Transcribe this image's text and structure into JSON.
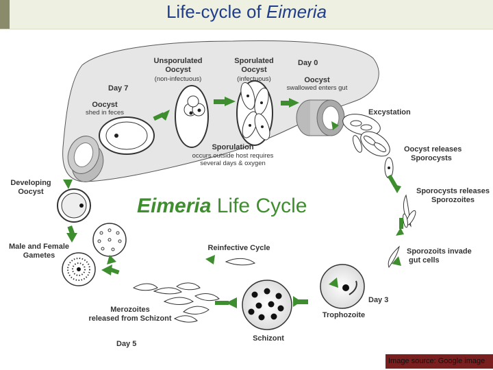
{
  "title": {
    "prefix": "Life-cycle of ",
    "italic": "Eimeria"
  },
  "diagram_title": {
    "bold": "Eimeria",
    "rest": " Life Cycle"
  },
  "labels": {
    "unsporulated": [
      "Unsporulated",
      "Oocyst"
    ],
    "unsporulated_sub": "(non-infectuous)",
    "sporulated": [
      "Sporulated",
      "Oocyst"
    ],
    "sporulated_sub": "(infectuous)",
    "day0": "Day 0",
    "day0_oocyst": "Oocyst",
    "day0_sub": "swallowed enters gut",
    "day7": "Day 7",
    "oocyst_shed": "Oocyst",
    "oocyst_shed_sub": "shed in feces",
    "excystation": "Excystation",
    "sporulation": "Sporulation",
    "sporulation_sub": [
      "occurs outside host requires",
      "several days & oxygen"
    ],
    "oocyst_releases": [
      "Oocyst releases",
      "Sporocysts"
    ],
    "developing": [
      "Developing",
      "Oocyst"
    ],
    "sporocysts_releases": [
      "Sporocysts releases",
      "Sporozoites"
    ],
    "male_female": [
      "Male and Female",
      "Gametes"
    ],
    "reinfective": "Reinfective Cycle",
    "sporozoits_invade": [
      "Sporozoits invade",
      "gut cells"
    ],
    "day3": "Day 3",
    "merozoites": [
      "Merozoites",
      "released from Schizont"
    ],
    "trophozoite": "Trophozoite",
    "day5": "Day 5",
    "schizont": "Schizont"
  },
  "source": "Image source: Google image",
  "colors": {
    "arrow": "#3e8e2f",
    "title": "#1f3d8a",
    "host": "#e6e6e6",
    "banner": "#7a1f1f"
  }
}
